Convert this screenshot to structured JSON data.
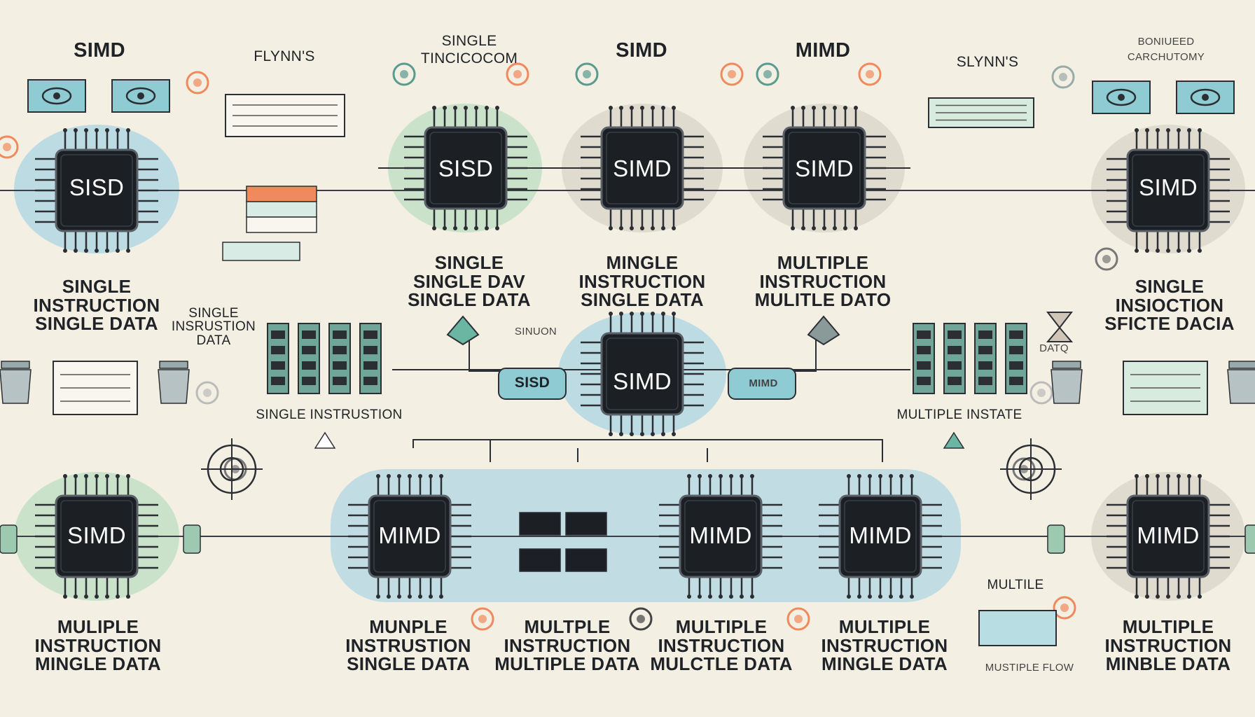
{
  "header_labels": [
    "SIMD",
    "FLYNN'S",
    "SINGLE",
    "TINCICOCOM",
    "SIMD",
    "MIMD",
    "SLYNN'S",
    "BONIUEED",
    "CARCHUTOMY"
  ],
  "chips": {
    "c1": "SISD",
    "c2": "SISD",
    "c3": "SIMD",
    "c4": "SIMD",
    "c5": "SIMD",
    "c6": "SIMD",
    "c7": "SIMD",
    "c8": "MIMD",
    "c9": "MIMD",
    "c10": "MIMD",
    "c11": "MIMD"
  },
  "captions": {
    "top_left": [
      "SINGLE",
      "INSTRUCTION",
      "SINGLE DATA"
    ],
    "top_left_inner": [
      "SINGLE",
      "INSRUSTION",
      "DATA"
    ],
    "top_c2": [
      "SINGLE",
      "SINGLE DAV",
      "SINGLE DATA"
    ],
    "top_c3": [
      "MINGLE",
      "INSTRUCTION",
      "SINGLE DATA"
    ],
    "top_c4": [
      "MULTIPLE",
      "INSTRUCTION",
      "MULITLE DATO"
    ],
    "top_right": [
      "SINGLE",
      "INSIOCTION",
      "SFICTE DACIA"
    ],
    "bot_c6": [
      "MULIPLE",
      "INSTRUCTION",
      "MINGLE DATA"
    ],
    "bot_c8": [
      "MUNPLE",
      "INSTRUSTION",
      "SINGLE DATA"
    ],
    "bot_mid": [
      "MULTPLE",
      "INSTRUCTION",
      "MULTIPLE DATA"
    ],
    "bot_c9": [
      "MULTIPLE",
      "INSTRUCTION",
      "MULCTLE DATA"
    ],
    "bot_c10": [
      "MULTIPLE",
      "INSTRUCTION",
      "MINGLE DATA"
    ],
    "bot_right": [
      "MULTIPLE",
      "INSTRUCTION",
      "MINBLE DATA"
    ]
  },
  "misc": {
    "single_instrustion": "SINGLE INSTRUSTION",
    "multiple_instate": "MULTIPLE INSTATE",
    "data": "DATQ",
    "multile": "MULTILE",
    "multiple_flow": "MUSTIPLE FLOW",
    "sinuon": "SINUON",
    "sisd_bus": "SISD",
    "mimd_bus": "MIMD"
  },
  "colors": {
    "background": "#f3efe3",
    "chip": "#1c1f24",
    "blue_halo": "#8fcbe4",
    "green_halo": "#a6d7b4",
    "gray_halo": "#cfcac0",
    "teal": "#5a9a8f",
    "orange": "#f08a5d"
  }
}
